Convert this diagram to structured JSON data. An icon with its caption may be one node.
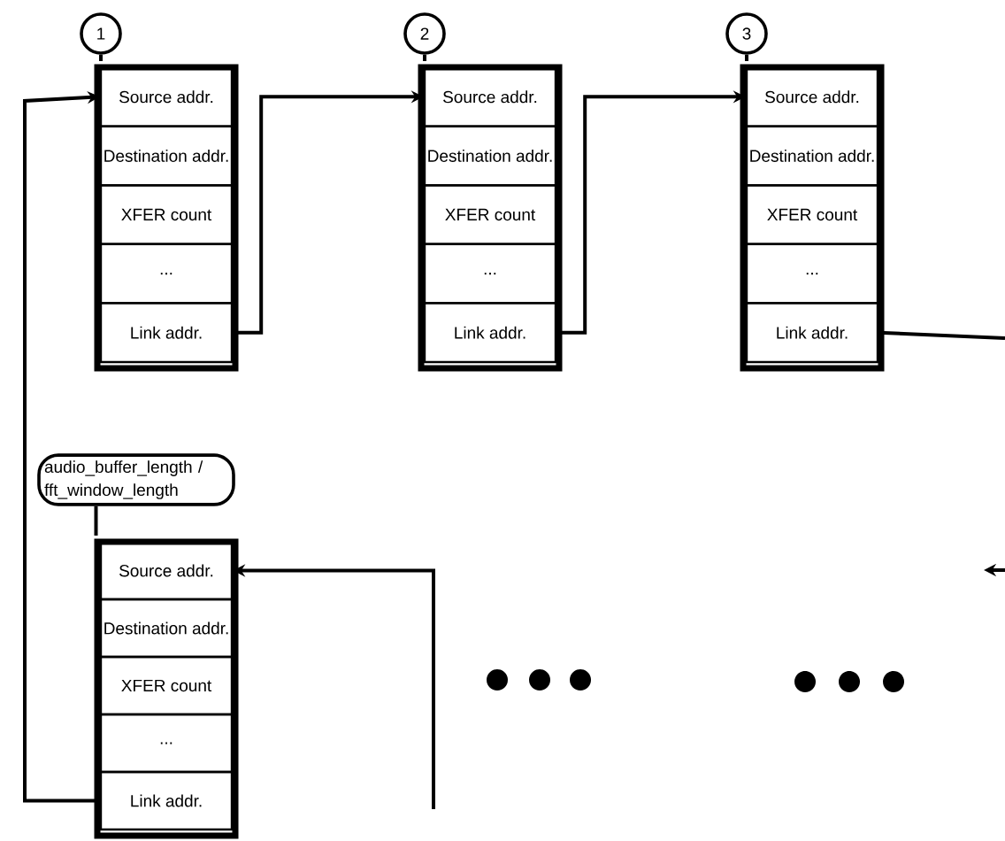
{
  "diagram": {
    "nodes": [
      {
        "text": [
          "1"
        ]
      },
      {
        "text": [],
        "shape": "box"
      },
      {
        "text": [
          "Source addr."
        ],
        "in": 1
      },
      {
        "text": [
          "Destination addr."
        ],
        "in": 1
      },
      {
        "text": [
          "XFER count"
        ],
        "in": 1
      },
      {
        "text": [
          "..."
        ],
        "in": 1
      },
      {
        "text": [
          "Link addr."
        ],
        "in": 1
      },
      {
        "text": [
          "2"
        ]
      },
      {
        "text": [],
        "shape": "box"
      },
      {
        "text": [
          "Source addr."
        ],
        "in": 8
      },
      {
        "text": [
          "Destination addr."
        ],
        "in": 8
      },
      {
        "text": [
          "XFER count"
        ],
        "in": 8
      },
      {
        "text": [
          "..."
        ],
        "in": 8
      },
      {
        "text": [
          "Link addr."
        ],
        "in": 8
      },
      {
        "text": [
          "3"
        ]
      },
      {
        "text": [],
        "shape": "box"
      },
      {
        "text": [
          "Source addr."
        ],
        "in": 15
      },
      {
        "text": [
          "Destination addr."
        ],
        "in": 15
      },
      {
        "text": [
          "XFER count"
        ],
        "in": 15
      },
      {
        "text": [
          "..."
        ],
        "in": 15
      },
      {
        "text": [
          "Link addr."
        ],
        "in": 15
      },
      {
        "text": [
          "audio_buffer_length / fft_window_length"
        ]
      },
      {
        "text": [],
        "shape": "box"
      },
      {
        "text": [
          "Source addr."
        ],
        "in": 22
      },
      {
        "text": [
          "Destination addr."
        ],
        "in": 22
      },
      {
        "text": [
          "XFER count"
        ],
        "in": 22
      },
      {
        "text": [
          "..."
        ],
        "in": 22
      },
      {
        "text": [
          "Link addr."
        ],
        "in": 22
      }
    ],
    "edges": [
      {
        "from": 0,
        "to": 1,
        "arrow": "none"
      },
      {
        "from": 6,
        "to": 9,
        "arrow": "to"
      },
      {
        "from": 7,
        "to": 8,
        "arrow": "none"
      },
      {
        "from": 13,
        "to": 16,
        "arrow": "to"
      },
      {
        "from": 14,
        "to": 15,
        "arrow": "none"
      },
      {
        "from": 20,
        "to": null,
        "arrow": "none"
      },
      {
        "from": 21,
        "to": 22,
        "arrow": "none"
      },
      {
        "from": null,
        "to": 23,
        "arrow": "to"
      },
      {
        "from": 27,
        "to": 2,
        "arrow": "to"
      }
    ]
  }
}
